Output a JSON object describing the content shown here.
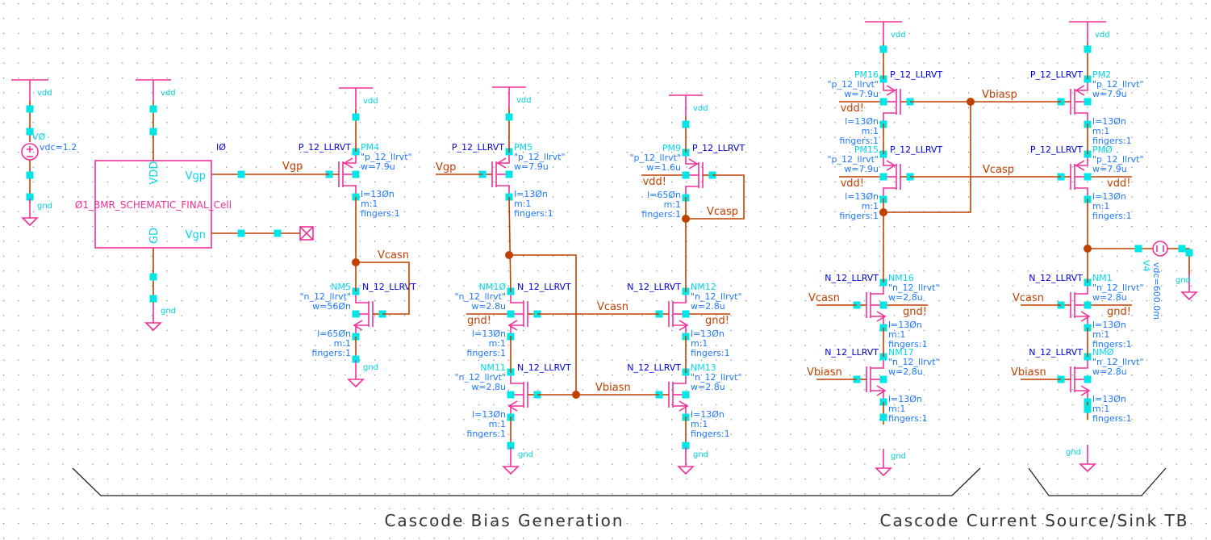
{
  "colors": {
    "wire": "#c04000",
    "device": "#f0309a",
    "pin": "#00e5e5",
    "cell_text": "#0000e0",
    "param_text": "#1f78ff"
  },
  "sections": {
    "bias_generation": "Cascode Bias Generation",
    "tb": "Cascode Current Source/Sink TB"
  },
  "block": {
    "instance": "IØ",
    "cell": "Ø1_BMR_SCHEMATIC_FINAL_Cell",
    "pins": {
      "vdd": "VDD",
      "gd": "GD",
      "vgp": "Vgp",
      "vgn": "Vgn"
    }
  },
  "sources": [
    {
      "name": "VØ",
      "value": "vdc=1.2"
    },
    {
      "name": "V4",
      "value": "vdc=600.0m"
    }
  ],
  "power": {
    "vdd": "vdd",
    "gnd": "gnd"
  },
  "nets": {
    "vgp": "Vgp",
    "vcasn": "Vcasn",
    "vcasp": "Vcasp",
    "vbiasn": "Vbiasn",
    "vbiasp": "Vbiasp"
  },
  "transistors": [
    {
      "id": "PM4",
      "cell": "P_12_LLRVT",
      "model": "\"p_12_llrvt\"",
      "w": "w=7.9u",
      "l": "l=13Øn",
      "m": "m:1",
      "fingers": "fingers:1",
      "body": ""
    },
    {
      "id": "NM5",
      "cell": "N_12_LLRVT",
      "model": "\"n_12_llrvt\"",
      "w": "w=56Øn",
      "l": "l=65Øn",
      "m": "m:1",
      "fingers": "fingers:1",
      "body": ""
    },
    {
      "id": "PM5",
      "cell": "P_12_LLRVT",
      "model": "\"p_12_llrvt\"",
      "w": "w=7.9u",
      "l": "l=13Øn",
      "m": "m:1",
      "fingers": "fingers:1",
      "body": ""
    },
    {
      "id": "PM9",
      "cell": "P_12_LLRVT",
      "model": "\"p_12_llrvt\"",
      "w": "w=1.6u",
      "l": "l=65Øn",
      "m": "m:1",
      "fingers": "fingers:1",
      "body": "vdd!"
    },
    {
      "id": "NM1Ø",
      "cell": "N_12_LLRVT",
      "model": "\"n_12_llrvt\"",
      "w": "w=2.8u",
      "l": "l=13Øn",
      "m": "m:1",
      "fingers": "fingers:1",
      "body": "gnd!"
    },
    {
      "id": "NM12",
      "cell": "N_12_LLRVT",
      "model": "\"n_12_llrvt\"",
      "w": "w=2.8u",
      "l": "l=13Øn",
      "m": "m:1",
      "fingers": "fingers:1",
      "body": "gnd!"
    },
    {
      "id": "NM11",
      "cell": "N_12_LLRVT",
      "model": "\"n_12_llrvt\"",
      "w": "w=2.8u",
      "l": "l=13Øn",
      "m": "m:1",
      "fingers": "fingers:1",
      "body": ""
    },
    {
      "id": "NM13",
      "cell": "N_12_LLRVT",
      "model": "\"n_12_llrvt\"",
      "w": "w=2.8u",
      "l": "l=13Øn",
      "m": "m:1",
      "fingers": "fingers:1",
      "body": ""
    },
    {
      "id": "PM16",
      "cell": "P_12_LLRVT",
      "model": "\"p_12_llrvt\"",
      "w": "w=7.9u",
      "l": "l=13Øn",
      "m": "m:1",
      "fingers": "fingers:1",
      "body": "vdd!"
    },
    {
      "id": "PM15",
      "cell": "P_12_LLRVT",
      "model": "\"p_12_llrvt\"",
      "w": "w=7.9u",
      "l": "l=13Øn",
      "m": "m:1",
      "fingers": "fingers:1",
      "body": "vdd!"
    },
    {
      "id": "PM2",
      "cell": "P_12_LLRVT",
      "model": "\"p_12_llrvt\"",
      "w": "w=7.9u",
      "l": "l=13Øn",
      "m": "m:1",
      "fingers": "fingers:1",
      "body": ""
    },
    {
      "id": "PMØ",
      "cell": "P_12_LLRVT",
      "model": "\"p_12_llrvt\"",
      "w": "w=7.9u",
      "l": "l=13Øn",
      "m": "m:1",
      "fingers": "fingers:1",
      "body": "vdd!"
    },
    {
      "id": "NM16",
      "cell": "N_12_LLRVT",
      "model": "\"n_12_llrvt\"",
      "w": "w=2.8u",
      "l": "l=13Øn",
      "m": "m:1",
      "fingers": "fingers:1",
      "body": "gnd!"
    },
    {
      "id": "NM17",
      "cell": "N_12_LLRVT",
      "model": "\"n_12_llrvt\"",
      "w": "w=2.8u",
      "l": "l=13Øn",
      "m": "m:1",
      "fingers": "fingers:1",
      "body": ""
    },
    {
      "id": "NM1",
      "cell": "N_12_LLRVT",
      "model": "\"n_12_llrvt\"",
      "w": "w=2.8u",
      "l": "l=13Øn",
      "m": "m:1",
      "fingers": "fingers:1",
      "body": "gnd!"
    },
    {
      "id": "NMØ",
      "cell": "N_12_LLRVT",
      "model": "\"n_12_llrvt\"",
      "w": "w=2.8u",
      "l": "l=13Øn",
      "m": "m:1",
      "fingers": "fingers:1",
      "body": ""
    }
  ]
}
